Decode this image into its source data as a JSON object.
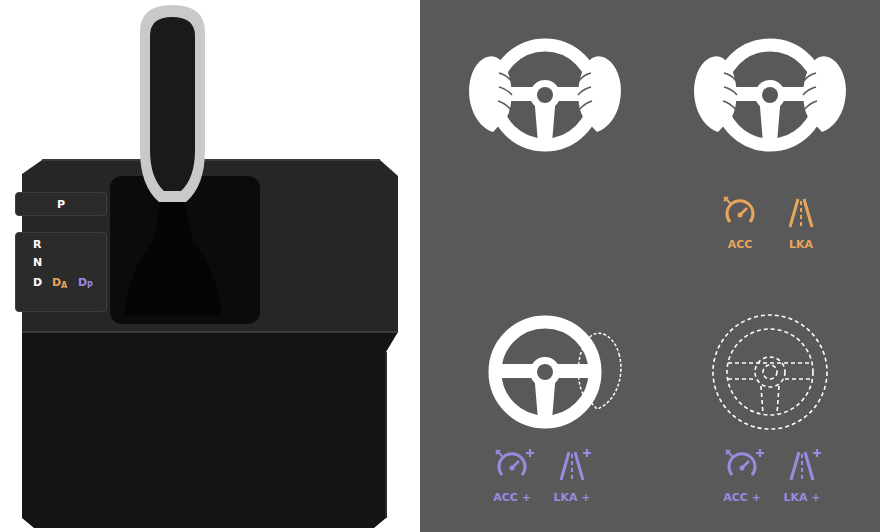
{
  "diagram": {
    "nodes": [
      {
        "text": [
          "P"
        ]
      },
      {
        "text": [
          "R",
          "N",
          "D",
          "D",
          "A",
          "D",
          "P"
        ]
      }
    ],
    "labels": [
      "ACC",
      "LKA",
      "ACC +",
      "LKA +",
      "ACC +",
      "LKA +"
    ]
  }
}
